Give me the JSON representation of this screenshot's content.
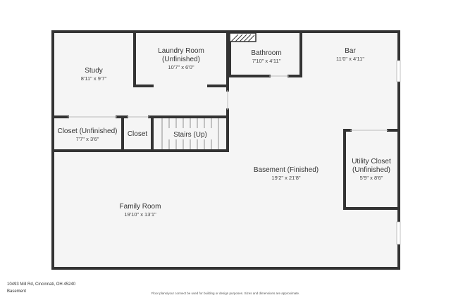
{
  "rooms": {
    "study": {
      "name": "Study",
      "dim": "8'11\" x 9'7\""
    },
    "laundry": {
      "name_line1": "Laundry Room",
      "name_line2": "(Unfinished)",
      "dim": "10'7\" x 6'0\""
    },
    "bathroom": {
      "name": "Bathroom",
      "dim": "7'10\" x 4'11\""
    },
    "bar": {
      "name": "Bar",
      "dim": "11'0\" x 4'11\""
    },
    "closet_unfinished": {
      "name": "Closet (Unfinished)",
      "dim": "7'7\" x 3'6\""
    },
    "closet": {
      "name": "Closet"
    },
    "stairs": {
      "name": "Stairs (Up)"
    },
    "basement": {
      "name": "Basement (Finished)",
      "dim": "19'2\" x 21'8\""
    },
    "utility": {
      "name_line1": "Utility Closet",
      "name_line2": "(Unfinished)",
      "dim": "5'9\" x 8'6\""
    },
    "family": {
      "name": "Family Room",
      "dim": "19'10\" x 13'1\""
    }
  },
  "footer": {
    "address": "10493 Mill Rd, Cincinnati, OH 45240",
    "level": "Basement",
    "disclaimer": "Floor plans/your connect be used for building or design purposes. Sizes and dimensions are approximate."
  },
  "colors": {
    "wall": "#333333",
    "floor": "#f5f5f5",
    "page": "#ffffff"
  }
}
